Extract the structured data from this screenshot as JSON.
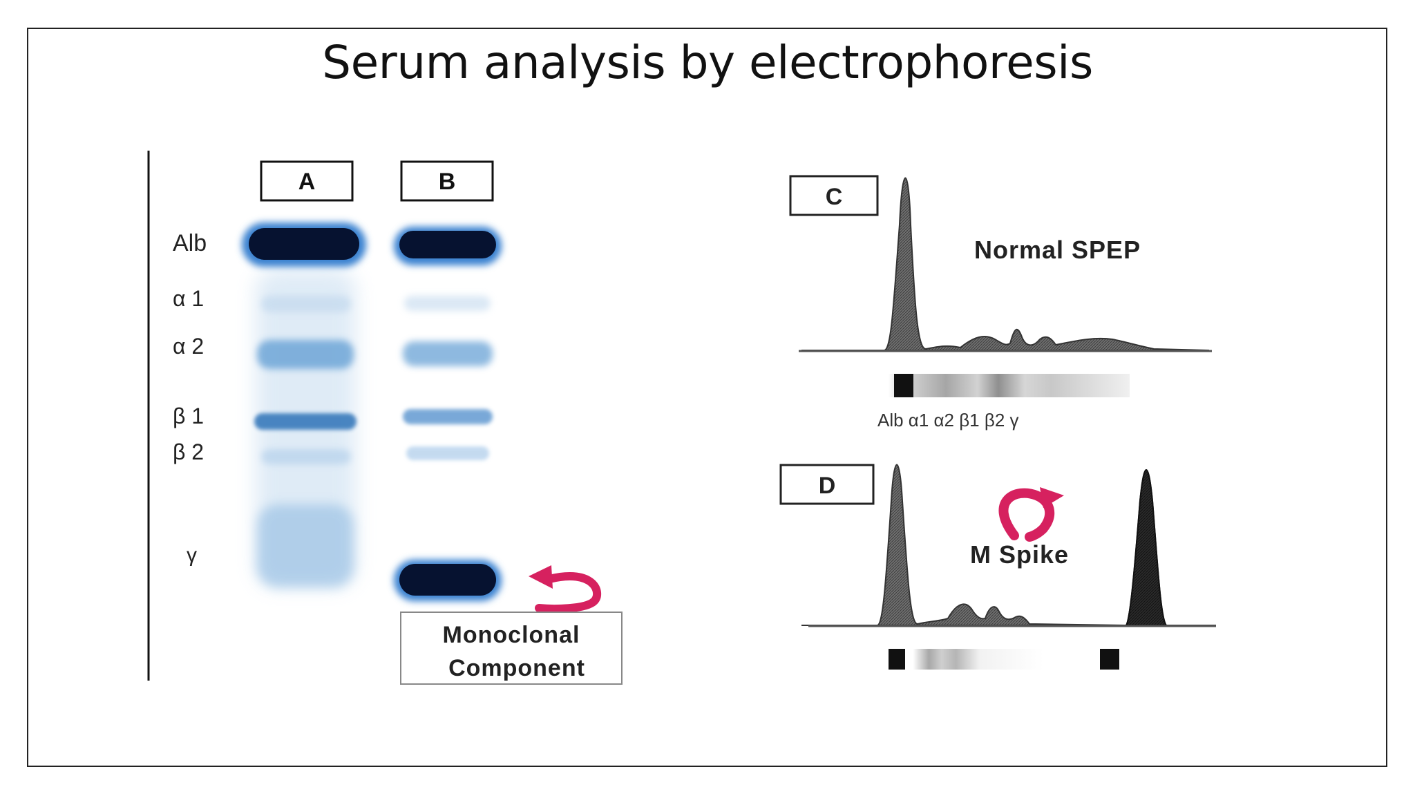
{
  "slide": {
    "title": "Serum analysis by electrophoresis"
  },
  "gel": {
    "lane_a_label": "A",
    "lane_b_label": "B",
    "band_labels": [
      "Alb",
      "α 1",
      "α 2",
      "β 1",
      "β 2",
      "γ"
    ],
    "annotation_line1": "Monoclonal",
    "annotation_line2": "Component",
    "band_color": "#1f63a8",
    "arrow_color": "#d6215f"
  },
  "spep_normal": {
    "panel_label": "C",
    "caption": "Normal SPEP",
    "fraction_labels": "Alb α1 α2 β1 β2 γ"
  },
  "spep_mspike": {
    "panel_label": "D",
    "caption": "M Spike"
  }
}
